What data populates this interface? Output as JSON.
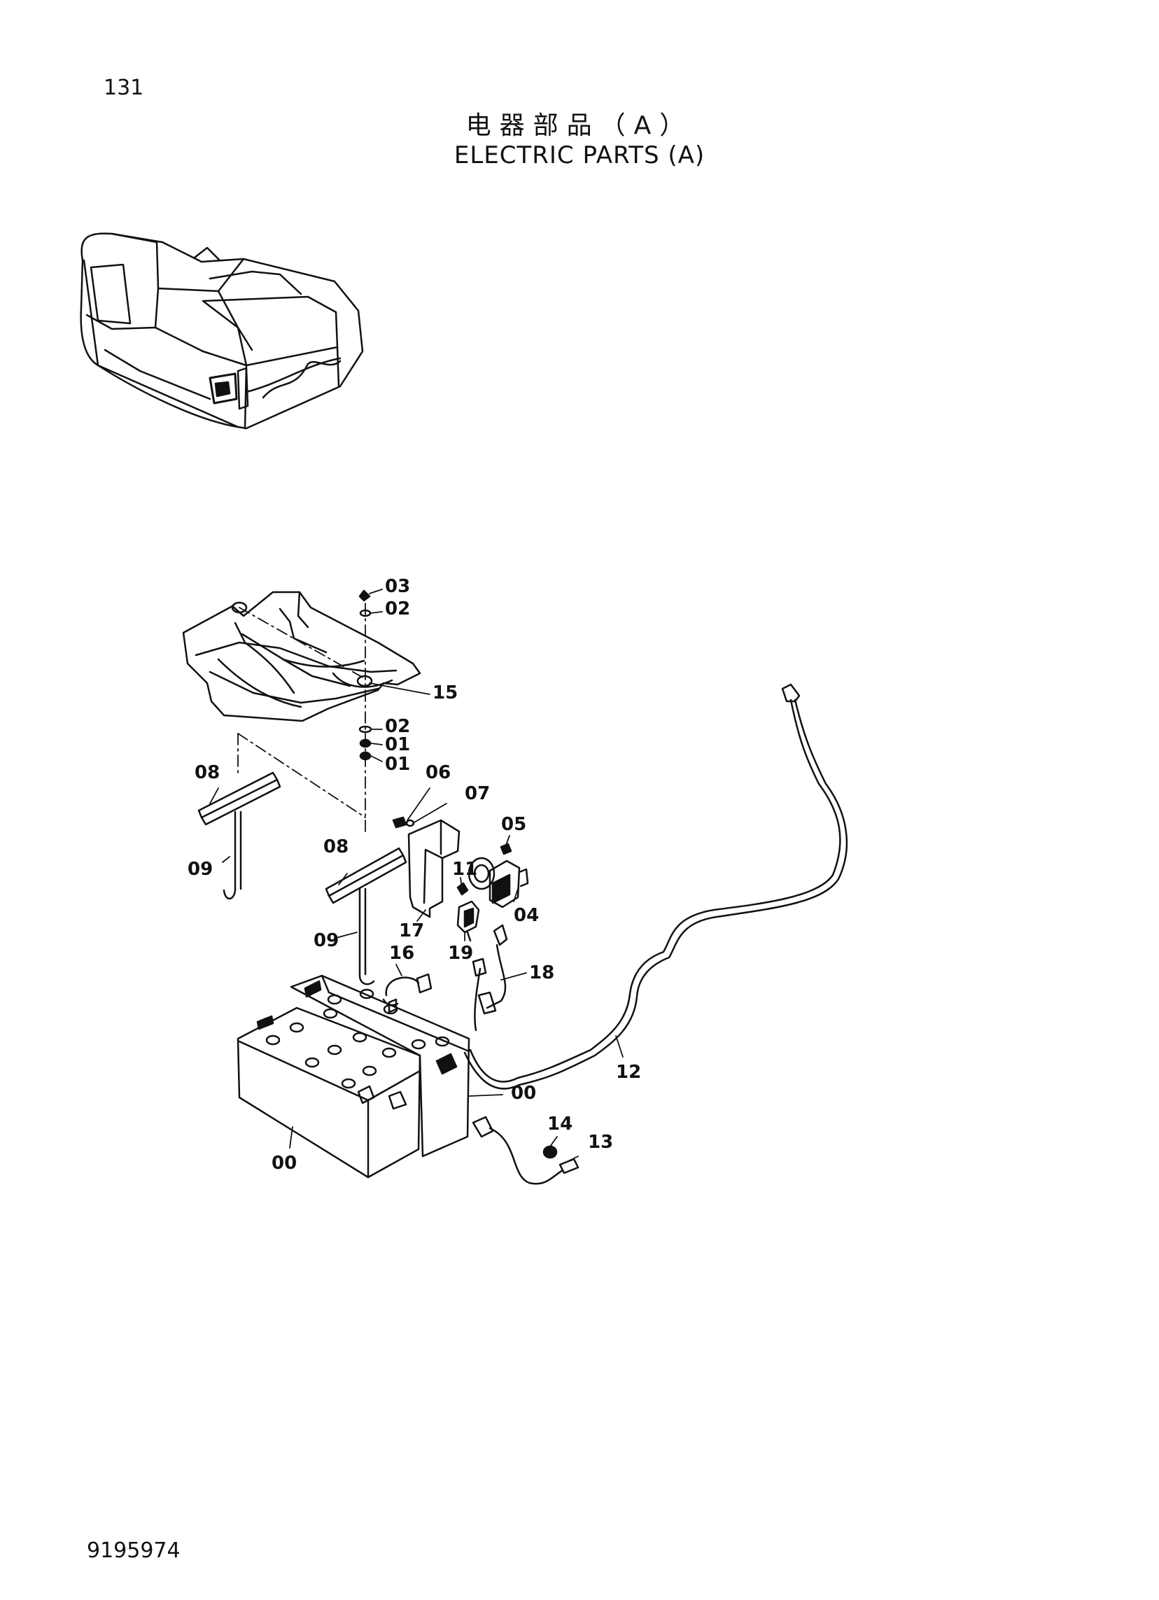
{
  "header": {
    "page_number": "131",
    "title_cn": "电器部品（A）",
    "title_en": "ELECTRIC PARTS (A)"
  },
  "footer": {
    "doc_number": "9195974"
  },
  "diagram": {
    "callouts": [
      "03",
      "02",
      "15",
      "02",
      "01",
      "01",
      "06",
      "07",
      "05",
      "08",
      "08",
      "09",
      "09",
      "11",
      "04",
      "17",
      "19",
      "16",
      "18",
      "12",
      "00",
      "00",
      "14",
      "13"
    ]
  }
}
